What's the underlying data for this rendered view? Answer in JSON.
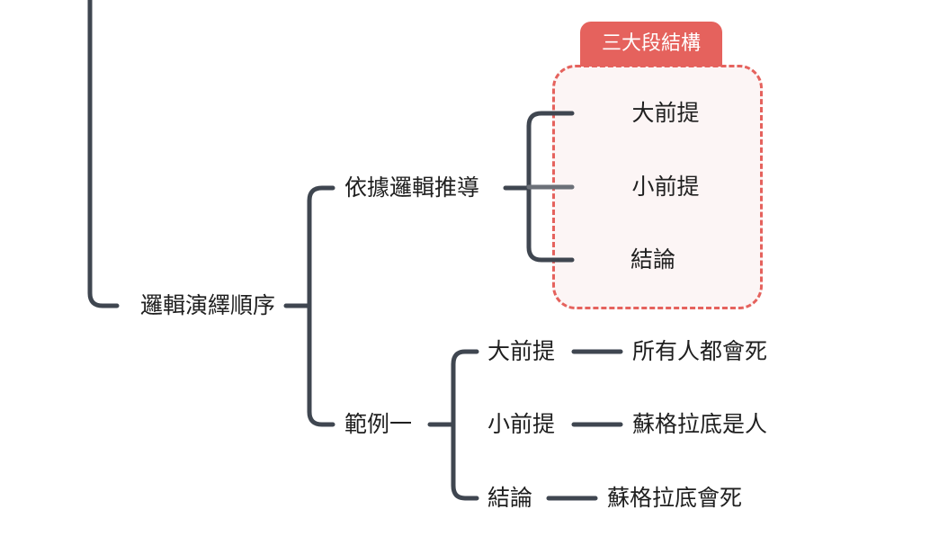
{
  "nodes": {
    "logical_order": "邏輯演繹順序",
    "derive_by_logic": "依據邏輯推導",
    "example_one": "範例一",
    "major_premise": "大前提",
    "minor_premise": "小前提",
    "conclusion": "結論",
    "example_major_premise": "大前提",
    "example_minor_premise": "小前提",
    "example_conclusion": "結論",
    "all_men_mortal": "所有人都會死",
    "socrates_is_man": "蘇格拉底是人",
    "socrates_mortal": "蘇格拉底會死"
  },
  "boundary": {
    "label": "三大段結構"
  },
  "colors": {
    "connector": "#3f4650",
    "connector_light": "#6b7078",
    "boundary_stroke": "#e5625d",
    "boundary_fill": "#fcf5f5",
    "boundary_label_text": "#ffffff",
    "text": "#1f1f1f"
  }
}
